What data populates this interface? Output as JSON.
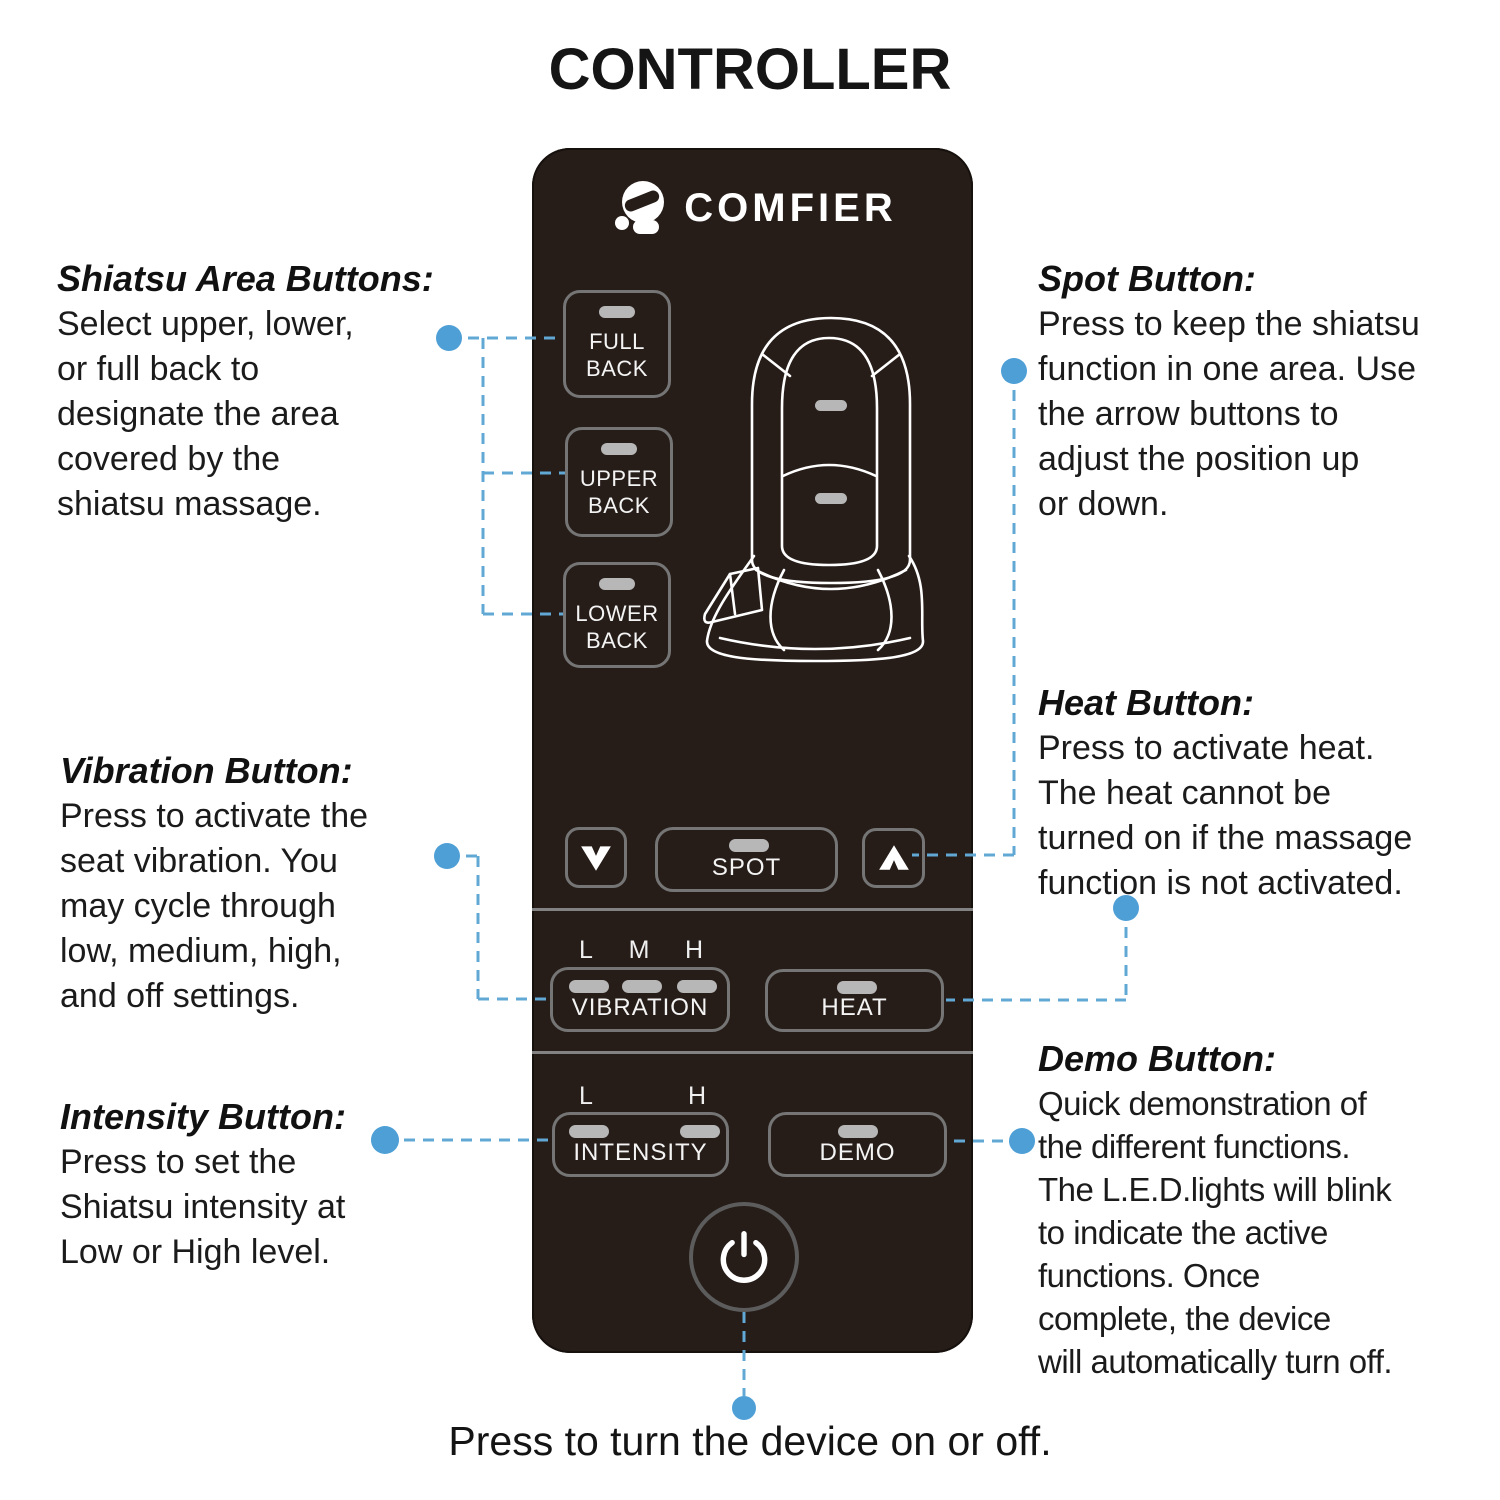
{
  "page": {
    "title": "CONTROLLER",
    "bottom_caption": "Press to turn the device on or off."
  },
  "remote": {
    "brand": "COMFIER",
    "area_buttons": [
      {
        "label": "FULL\nBACK"
      },
      {
        "label": "UPPER\nBACK"
      },
      {
        "label": "LOWER\nBACK"
      }
    ],
    "spot": {
      "label": "SPOT"
    },
    "vibration": {
      "levels": [
        "L",
        "M",
        "H"
      ],
      "label": "VIBRATION"
    },
    "heat": {
      "label": "HEAT"
    },
    "intensity": {
      "levels": [
        "L",
        "H"
      ],
      "label": "INTENSITY"
    },
    "demo": {
      "label": "DEMO"
    },
    "icons": {
      "down_arrow": "down-arrow-icon",
      "up_arrow": "up-arrow-icon",
      "power": "power-icon",
      "brand_mascot": "robot-mascot-icon",
      "seat": "massage-seat-illustration"
    }
  },
  "annotations": {
    "shiatsu": {
      "heading": "Shiatsu Area Buttons:",
      "body": "Select upper, lower,\nor full back to\ndesignate the area\ncovered by the\nshiatsu massage."
    },
    "vibration": {
      "heading": "Vibration Button:",
      "body": "Press to activate the\nseat vibration. You\nmay cycle through\nlow, medium, high,\nand off settings."
    },
    "intensity": {
      "heading": "Intensity Button:",
      "body": "Press to set the\nShiatsu intensity at\nLow or High level."
    },
    "spot": {
      "heading": "Spot Button:",
      "body": "Press to keep the shiatsu\nfunction in one area. Use\nthe arrow buttons to\nadjust the position up\nor down."
    },
    "heat": {
      "heading": "Heat Button:",
      "body": "Press to activate heat.\nThe heat cannot be\nturned on if the massage\nfunction is not activated."
    },
    "demo": {
      "heading": "Demo Button:",
      "body": "Quick demonstration of\nthe different functions.\nThe L.E.D.lights will blink\nto indicate the active\nfunctions. Once\ncomplete, the device\nwill automatically turn off."
    }
  },
  "colors": {
    "remote_body": "#261d19",
    "button_border": "#757575",
    "led_pill": "#b7b7b7",
    "connector_line": "#61a8d5",
    "connector_dot": "#4d9fd6",
    "text": "#1b1b1b"
  }
}
